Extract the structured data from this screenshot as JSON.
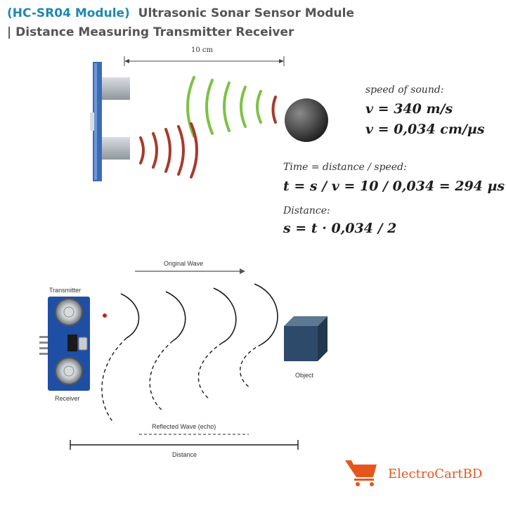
{
  "header": {
    "model": "(HC-SR04 Module)",
    "title_line1": "Ultrasonic Sonar Sensor Module",
    "title_line2": "| Distance Measuring Transmitter Receiver"
  },
  "top_diagram": {
    "range_label": "10 cm"
  },
  "formulas": {
    "speed_heading": "speed of sound:",
    "speed_ms": "v = 340 m/s",
    "speed_cmus": "v = 0,034 cm/µs",
    "time_heading": "Time = distance / speed:",
    "time_formula": "t = s / v = 10 / 0,034 = 294 µs",
    "distance_heading": "Distance:",
    "distance_formula": "s = t · 0,034 / 2"
  },
  "bottom_diagram": {
    "original_wave": "Original Wave",
    "transmitter": "Transmitter",
    "receiver": "Receiver",
    "object": "Object",
    "reflected_wave": "Reflected Wave (echo)",
    "distance": "Distance"
  },
  "brand": {
    "name": "ElectroCartBD"
  },
  "colors": {
    "title_accent": "#1e88b0",
    "emit_wave": "#7dc243",
    "echo_wave": "#a83a2a",
    "module_blue": "#1f4fa5",
    "object_blue": "#2e4a6b",
    "brand_orange": "#e8551c"
  }
}
